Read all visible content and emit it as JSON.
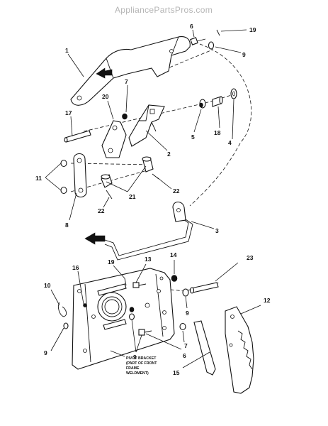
{
  "header": {
    "watermark": "AppliancePartsPros.com"
  },
  "callouts": {
    "c1": "1",
    "c2": "2",
    "c3": "3",
    "c4": "4",
    "c5": "5",
    "c6_top": "6",
    "c6_bottom": "6",
    "c7_top": "7",
    "c7_bottom": "7",
    "c8": "8",
    "c9_top": "9",
    "c9_right": "9",
    "c9_center": "9",
    "c9_left": "9",
    "c10": "10",
    "c11": "11",
    "c12": "12",
    "c13": "13",
    "c14": "14",
    "c15": "15",
    "c16": "16",
    "c17": "17",
    "c18": "18",
    "c19_top": "19",
    "c19_bottom": "19",
    "c20": "20",
    "c21": "21",
    "c22_right": "22",
    "c22_bottom": "22",
    "c23": "23"
  },
  "notes": {
    "pivot_line1": "PIVOT BRACKET",
    "pivot_line2": "(PART OF FRONT",
    "pivot_line3": "FRAME",
    "pivot_line4": "WELDMENT)"
  },
  "icons": {
    "direction_arrows": "direction-arrow-icon"
  },
  "colors": {
    "ink": "#111111",
    "watermark": "#b5b5b5",
    "background": "#ffffff"
  }
}
